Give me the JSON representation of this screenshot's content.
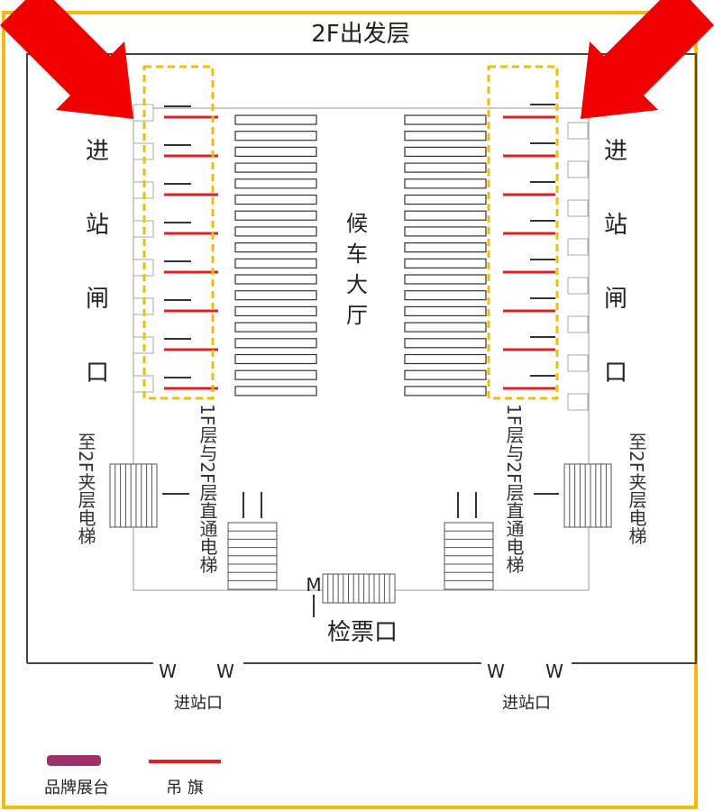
{
  "title": "2F出发层",
  "waiting_hall": "候车大厅",
  "left_gate_label": [
    "进",
    "站",
    "闸",
    "口"
  ],
  "right_gate_label": [
    "进",
    "站",
    "闸",
    "口"
  ],
  "left_elevator_label": "1F层与2F层直通电梯",
  "right_elevator_label": "1F层与2F层直通电梯",
  "left_mezzanine_label": "至2F夹层电梯",
  "right_mezzanine_label": "至2F夹层电梯",
  "ticket_check": "检票口",
  "entrance_left": "进站口",
  "entrance_right": "进站口",
  "legend": {
    "brand_booth": "品牌展台",
    "banner": "吊 旗"
  },
  "colors": {
    "frame": "#f5b90a",
    "arrow": "#f00000",
    "banner": "#e02020",
    "wall": "#444444",
    "booth": "#a0306a"
  }
}
